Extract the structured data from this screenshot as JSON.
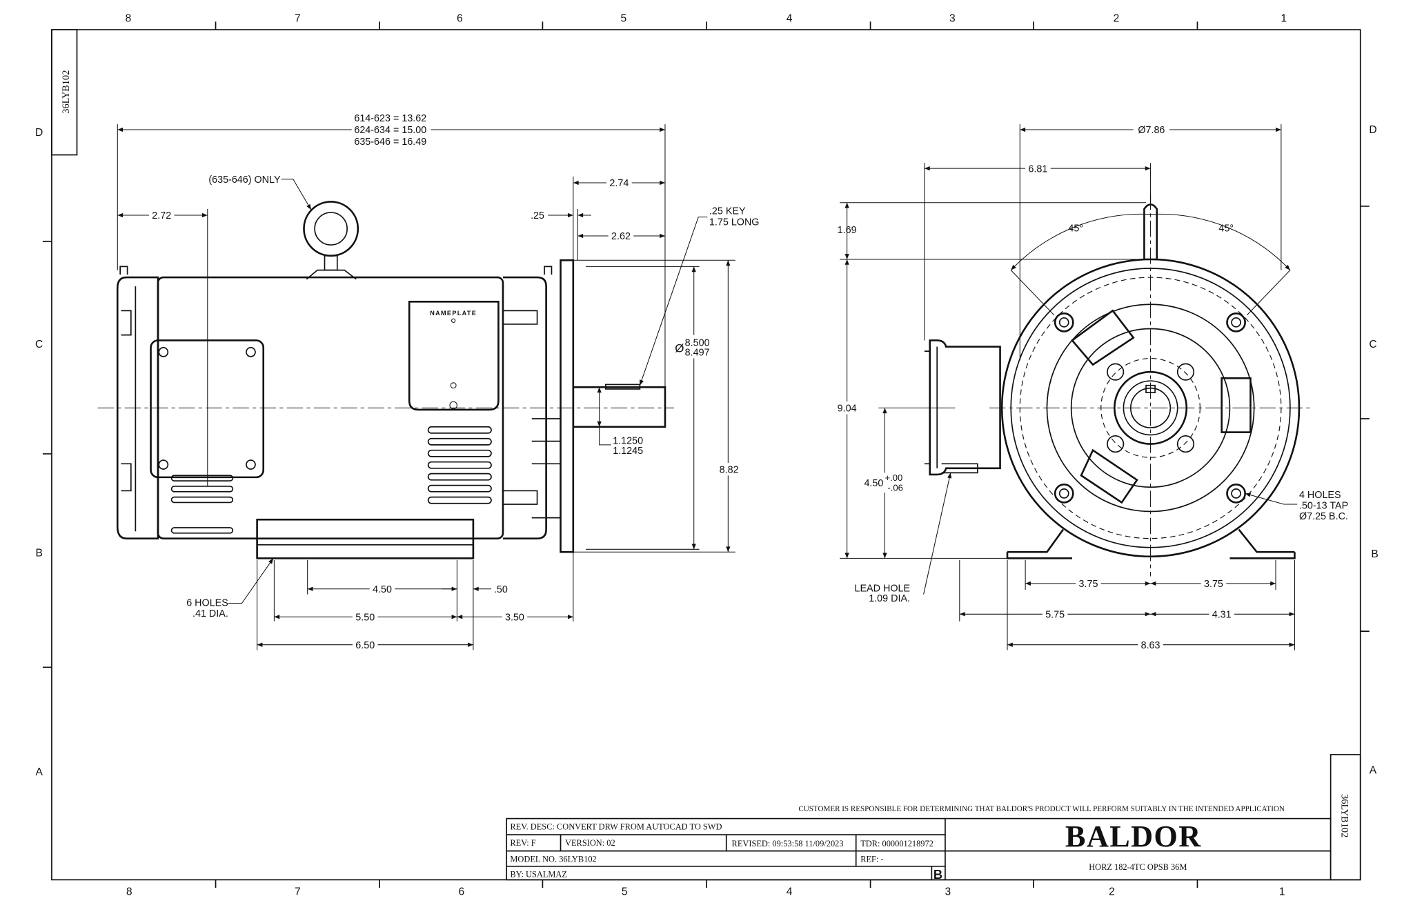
{
  "sheet": {
    "zones_top": [
      "8",
      "7",
      "6",
      "5",
      "4",
      "3",
      "2",
      "1"
    ],
    "zones_side": [
      "D",
      "C",
      "B",
      "A"
    ],
    "side_tab": "36LYB102",
    "corner_tab": "36LYB102"
  },
  "side_view": {
    "overall_length": [
      "614-623 = 13.62",
      "624-634 = 15.00",
      "635-646 = 16.49"
    ],
    "eyebolt_note": "(635-646) ONLY",
    "dim_2_72": "2.72",
    "dim_2_74": "2.74",
    "dim_25": ".25",
    "dim_2_62": "2.62",
    "key_note": [
      ".25 KEY",
      "1.75 LONG"
    ],
    "pilot_dia_symbol": "Ø",
    "pilot_dia": [
      "8.500",
      "8.497"
    ],
    "dim_8_82": "8.82",
    "shaft_dia": [
      "1.1250",
      "1.1245"
    ],
    "nameplate": "NAMEPLATE",
    "holes_note": [
      "6 HOLES",
      ".41 DIA."
    ],
    "dim_4_50": "4.50",
    "dim_50": ".50",
    "dim_5_50": "5.50",
    "dim_3_50": "3.50",
    "dim_6_50": "6.50"
  },
  "front_view": {
    "dia_7_86": "Ø7.86",
    "dim_6_81": "6.81",
    "angle_left": "45°",
    "angle_right": "45°",
    "dim_1_69": "1.69",
    "dim_9_04": "9.04",
    "dim_4_50": "4.50",
    "tol_plus": "+.00",
    "tol_minus": "-.06",
    "lead_hole": [
      "LEAD HOLE",
      "1.09 DIA."
    ],
    "holes_note": [
      "4 HOLES",
      ".50-13 TAP",
      "Ø7.25 B.C."
    ],
    "dim_3_75_left": "3.75",
    "dim_3_75_right": "3.75",
    "dim_5_75": "5.75",
    "dim_4_31": "4.31",
    "dim_8_63": "8.63"
  },
  "title_block": {
    "disclaimer": "CUSTOMER IS RESPONSIBLE FOR DETERMINING THAT BALDOR'S PRODUCT WILL PERFORM SUITABLY IN THE INTENDED APPLICATION",
    "rev_desc": "REV. DESC: CONVERT DRW FROM AUTOCAD TO SWD",
    "rev": "REV:  F",
    "version": "VERSION:  02",
    "revised": "REVISED:  09:53:58 11/09/2023",
    "tdr": "TDR: 000001218972",
    "model_no": "MODEL NO.  36LYB102",
    "ref": "REF:  -",
    "by": "BY: USALMAZ",
    "size": "B",
    "logo": "BALDOR",
    "description": "HORZ 182-4TC OPSB 36M"
  }
}
